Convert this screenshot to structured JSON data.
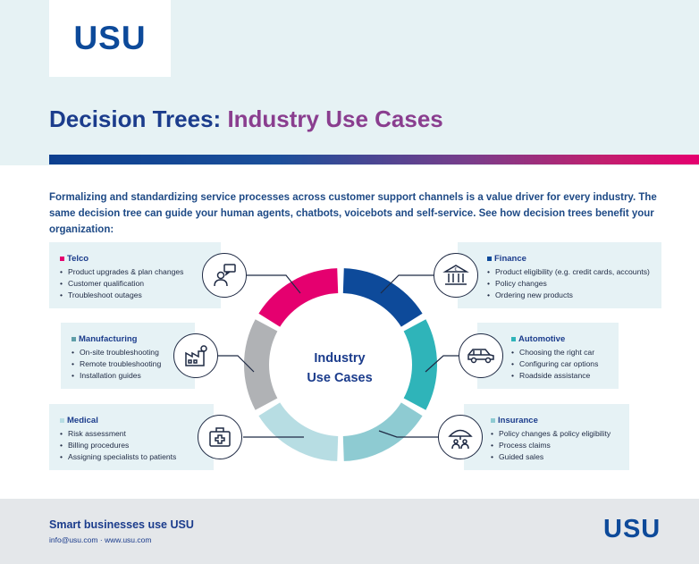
{
  "brand": {
    "logo": "USU"
  },
  "header": {
    "title_part1": "Decision Trees:",
    "title_part2": "Industry Use Cases"
  },
  "intro": "Formalizing and standardizing service processes across customer support channels is a value driver for every industry. The same decision tree can guide your human agents, chatbots, voicebots and self-service. See how decision trees benefit your organization:",
  "center_label": {
    "line1": "Industry",
    "line2": "Use Cases"
  },
  "colors": {
    "telco": "#e5006f",
    "finance": "#0d4a9a",
    "manufacturing": "#5f9ea8",
    "automotive": "#2fb4b9",
    "medical": "#b7dde3",
    "insurance": "#8ecbd2",
    "gray_segment": "#b0b2b5"
  },
  "industries": [
    {
      "key": "telco",
      "name": "Telco",
      "icon": "person-chat-icon",
      "items": [
        "Product upgrades & plan changes",
        "Customer qualification",
        "Troubleshoot outages"
      ]
    },
    {
      "key": "finance",
      "name": "Finance",
      "icon": "bank-euro-icon",
      "items": [
        "Product eligibility (e.g. credit cards, accounts)",
        "Policy changes",
        "Ordering new products"
      ]
    },
    {
      "key": "manufacturing",
      "name": "Manufacturing",
      "icon": "factory-icon",
      "items": [
        "On-site troubleshooting",
        "Remote troubleshooting",
        "Installation guides"
      ]
    },
    {
      "key": "automotive",
      "name": "Automotive",
      "icon": "car-icon",
      "items": [
        "Choosing the right car",
        "Configuring car options",
        "Roadside assistance"
      ]
    },
    {
      "key": "medical",
      "name": "Medical",
      "icon": "medical-kit-icon",
      "items": [
        "Risk assessment",
        "Billing procedures",
        "Assigning specialists to patients"
      ]
    },
    {
      "key": "insurance",
      "name": "Insurance",
      "icon": "umbrella-people-icon",
      "items": [
        "Policy changes & policy eligibility",
        "Process claims",
        "Guided sales"
      ]
    }
  ],
  "footer": {
    "title": "Smart businesses use USU",
    "contact": "info@usu.com  ·  www.usu.com",
    "logo": "USU"
  }
}
